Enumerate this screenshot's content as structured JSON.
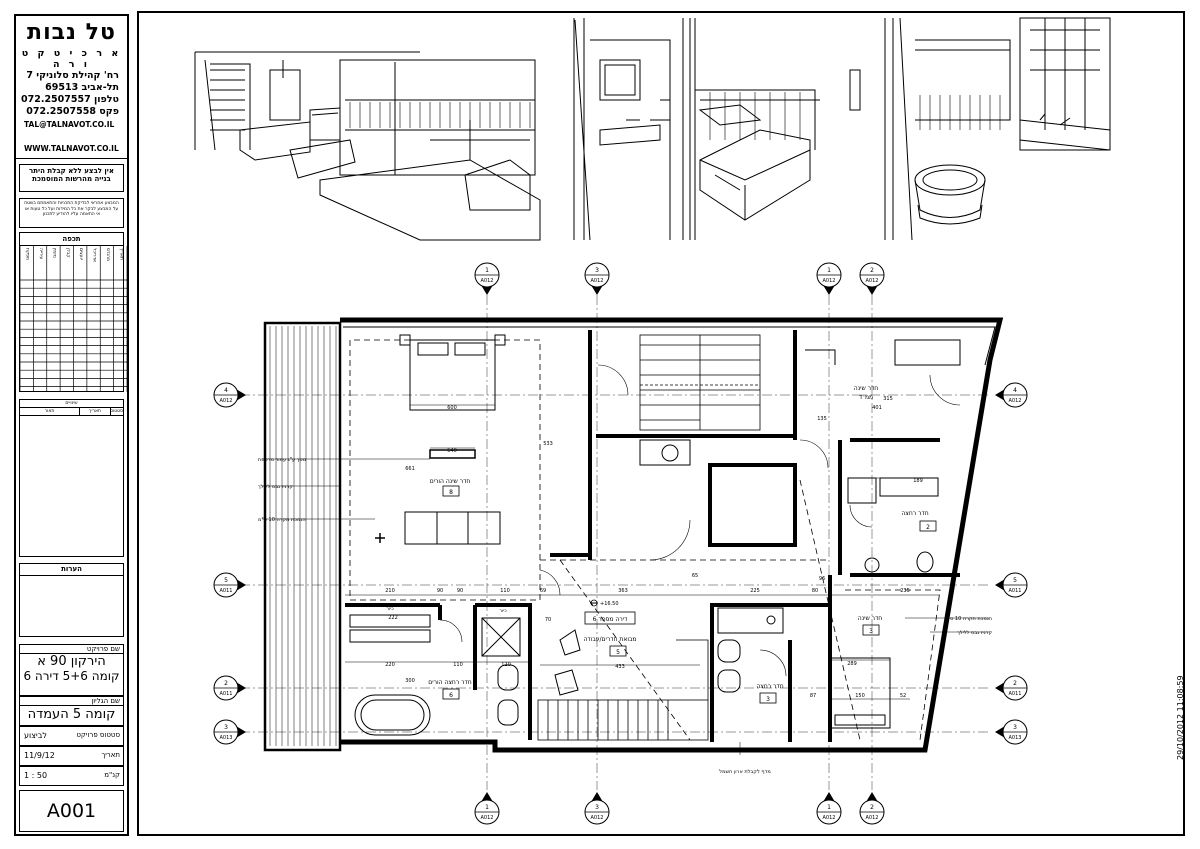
{
  "firm": {
    "name": "טל נבות",
    "subtitle": "א ר כ י ט ק ט ו ר ה",
    "address_lines": [
      "רח' קהילת סלוניקי 7",
      "תל-אביב  69513",
      "טלפון 072.2507557",
      "פקס  072.2507558"
    ],
    "email": "TAL@TALNAVOT.CO.IL",
    "web": "WWW.TALNAVOT.CO.IL"
  },
  "disclaimer": {
    "main": "אין לבצע ללא קבלת היתר בנייה מהרשות המוסמכת",
    "fine": "המבצע אחראי לבדיקת התכניות והתאמתם בשטח על המבצע לבקר את כל המידות ועל כל טעות או אי התאמה עליו להודיע לתכנון"
  },
  "revisions": {
    "title": "תכפה",
    "columns": [
      "תאריך",
      "מהנדס",
      "אדריכל",
      "יועצים",
      "קבלן",
      "מזמין",
      "עירייה",
      "מפקח"
    ]
  },
  "approvals": {
    "columns": [
      "תאור",
      "תאריך",
      "סטטוס"
    ],
    "header": "שינויים"
  },
  "notes": {
    "title": "הערות"
  },
  "project": {
    "label": "שם פרויקט",
    "name": "הירקון 90 א",
    "floor": "קומה 5+6  דירה 6",
    "sheet_label": "שם הגליון",
    "sheet_name": "קומה 5 העמדה",
    "status_label": "סטטוס פרויקט",
    "status": "לביצוע",
    "date_label": "תאריך",
    "date": "11/9/12",
    "scale_label": "קנ\"מ",
    "scale": "1 : 50",
    "sheet_number": "A001"
  },
  "timestamp": "29/10/2012 11:08:59",
  "plan": {
    "rooms": {
      "master_bedroom": "חדר שינה הורים",
      "master_bedroom_num": "8",
      "kids_bedroom": "חדר שינה",
      "safe_room": "ממ\"ד",
      "kids_bath": "חדר רחצה",
      "kids_bath_num": "2",
      "bedroom3": "חדר שינה",
      "bedroom3_num": "3",
      "entrance": "מבואת חדרים/עבודה",
      "entrance_num": "5",
      "apartment": "דירה מספר 6",
      "master_bath": "חדר רחצה הורים",
      "master_bath_num": "6",
      "guest_bath": "חדר רחצה",
      "guest_bath_num": "3"
    },
    "annotations": {
      "left1": "מסך ע\"ג עמוד מרפסת",
      "left2": "קרניז גבס ללילך",
      "left3": "הנמכת תקרה 10 ס\"מ",
      "right1": "הנמכת תקרה 10 ס\"מ",
      "right2": "קרניז גבס ללילך",
      "bottom": "מדף לקבלת ארון חשמל",
      "level": "+16.50",
      "sink": "כיור",
      "sink2": "כיור"
    },
    "dimensions": {
      "bed_master": "600",
      "tv": "540",
      "safe_room": "401",
      "d210": "210",
      "d90a": "90",
      "d90b": "90",
      "d110": "110",
      "d69": "69",
      "d70": "70",
      "d363": "363",
      "d225": "225",
      "d80": "80",
      "d235": "235",
      "d222": "222",
      "d220": "220",
      "d110b": "110",
      "d120": "120",
      "d433": "433",
      "d289": "289",
      "d150": "150",
      "d189": "189",
      "d300": "300",
      "d87": "87",
      "d52": "52",
      "d661": "661",
      "d533": "533",
      "d315": "315",
      "d96": "96",
      "d65": "65",
      "d135": "135"
    },
    "section_markers": {
      "top": [
        {
          "num": "1",
          "sheet": "A012"
        },
        {
          "num": "3",
          "sheet": "A012"
        },
        {
          "num": "1",
          "sheet": "A012"
        },
        {
          "num": "2",
          "sheet": "A012"
        }
      ],
      "bottom": [
        {
          "num": "1",
          "sheet": "A012"
        },
        {
          "num": "3",
          "sheet": "A012"
        },
        {
          "num": "1",
          "sheet": "A012"
        },
        {
          "num": "2",
          "sheet": "A012"
        }
      ],
      "left": [
        {
          "num": "4",
          "sheet": "A012"
        },
        {
          "num": "5",
          "sheet": "A011"
        },
        {
          "num": "2",
          "sheet": "A011"
        },
        {
          "num": "3",
          "sheet": "A013"
        }
      ],
      "right": [
        {
          "num": "4",
          "sheet": "A012"
        },
        {
          "num": "5",
          "sheet": "A011"
        },
        {
          "num": "2",
          "sheet": "A011"
        },
        {
          "num": "3",
          "sheet": "A013"
        }
      ]
    }
  }
}
